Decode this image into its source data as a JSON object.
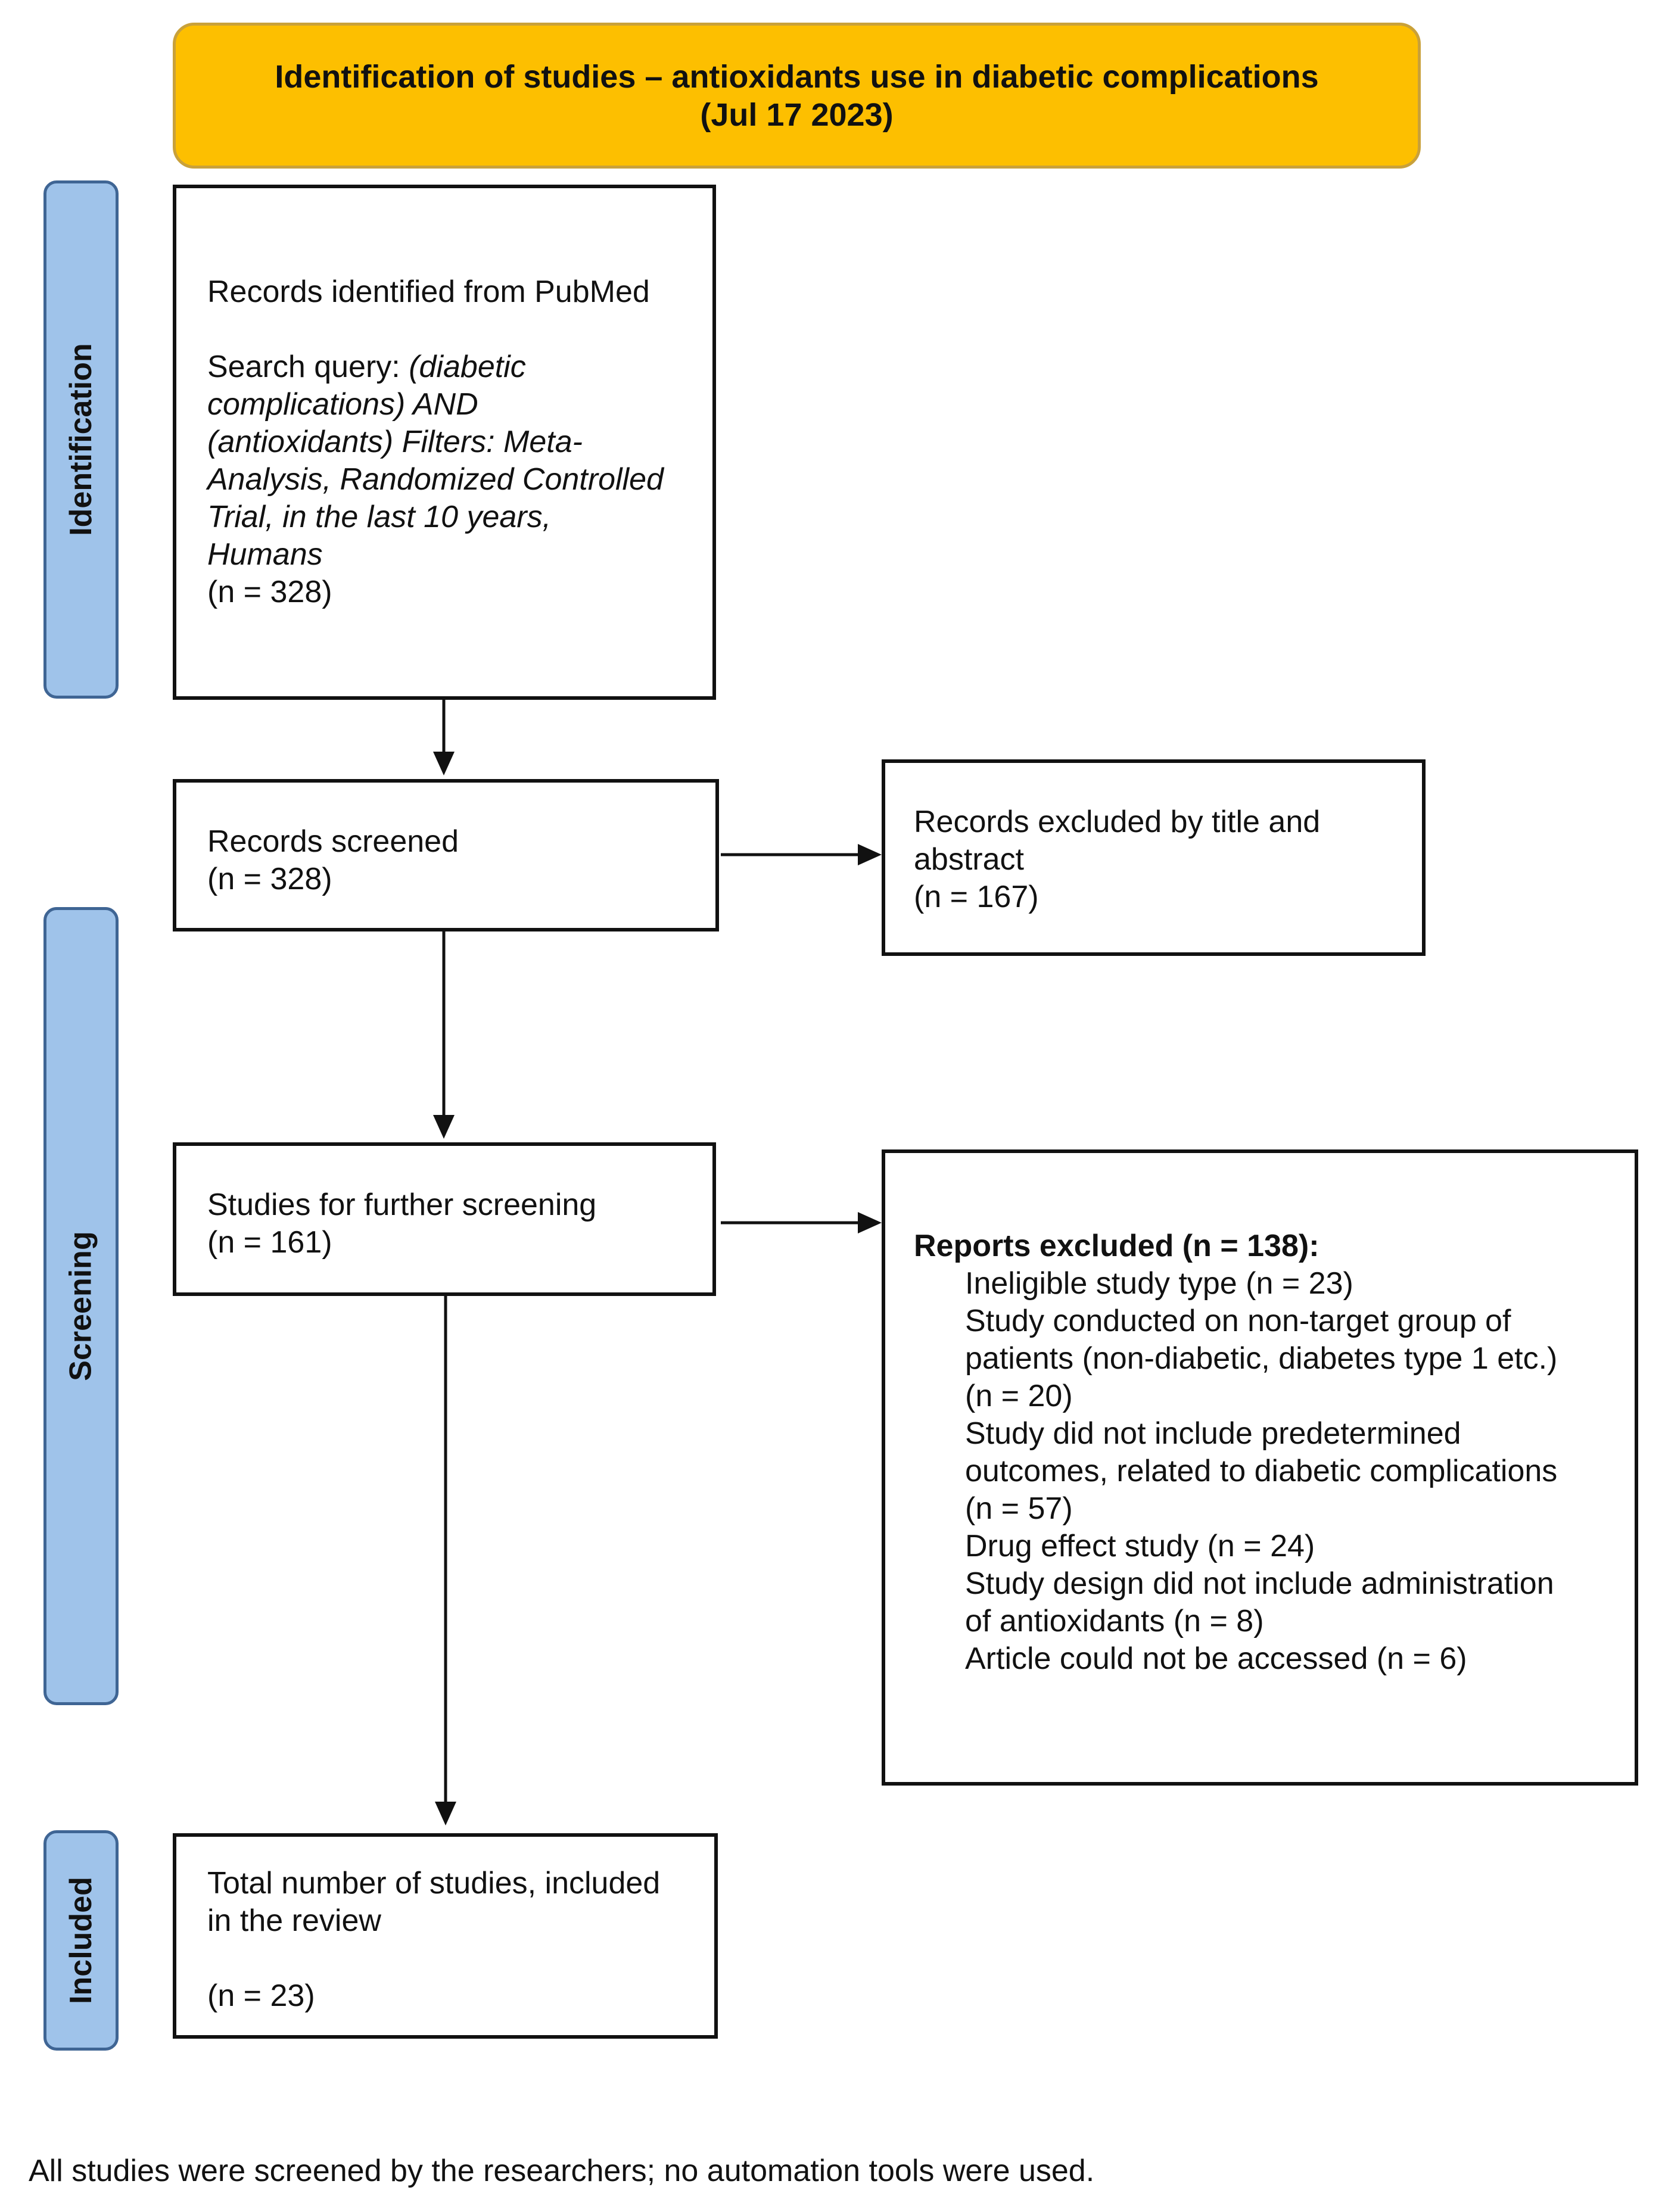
{
  "header": {
    "line1": "Identification of studies – antioxidants use in diabetic complications",
    "line2": "(Jul 17 2023)"
  },
  "phases": {
    "identification": "Identification",
    "screening": "Screening",
    "included": "Included"
  },
  "identification_box": {
    "title": "Records identified from PubMed",
    "query_label": "Search query: ",
    "query_lines": [
      "(diabetic",
      "complications) AND",
      "(antioxidants) Filters: Meta-",
      "Analysis, Randomized Controlled",
      "Trial, in the last 10 years,",
      "Humans"
    ],
    "count": "(n = 328)"
  },
  "screened_box": {
    "title": "Records screened",
    "count": "(n = 328)"
  },
  "excluded_title_box": {
    "line1": "Records excluded by title and",
    "line2": "abstract",
    "count": "(n = 167)"
  },
  "further_box": {
    "title": "Studies for further screening",
    "count": "(n = 161)"
  },
  "reports_excluded": {
    "title": "Reports excluded (n = 138):",
    "lines": [
      "Ineligible study type (n = 23)",
      "Study conducted on non-target group of",
      "patients (non-diabetic, diabetes type 1 etc.)",
      "(n = 20)",
      "Study did not include predetermined",
      "outcomes, related to diabetic complications",
      "(n = 57)",
      "Drug effect study (n = 24)",
      "Study design did not include administration",
      "of antioxidants (n = 8)",
      "Article could not be accessed (n = 6)"
    ]
  },
  "included_box": {
    "line1": "Total number of studies, included",
    "line2": "in the review",
    "count": "(n = 23)"
  },
  "footer": "All studies were screened by the researchers; no automation tools were used."
}
